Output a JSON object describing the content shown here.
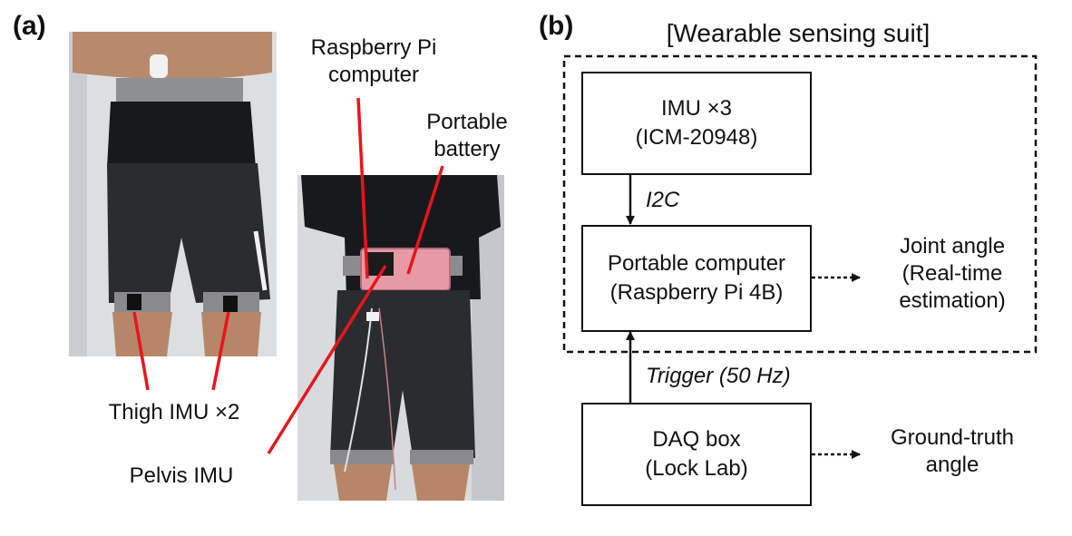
{
  "panel_a": {
    "label": "(a)",
    "callouts": {
      "raspberry_pi": [
        "Raspberry Pi",
        "computer"
      ],
      "battery": [
        "Portable",
        "battery"
      ],
      "thigh_imu": "Thigh IMU ×2",
      "pelvis_imu": "Pelvis IMU"
    }
  },
  "panel_b": {
    "label": "(b)",
    "suit_title": "[Wearable sensing suit]",
    "imu_box": [
      "IMU ×3",
      "(ICM-20948)"
    ],
    "computer_box": [
      "Portable computer",
      "(Raspberry Pi 4B)"
    ],
    "daq_box": [
      "DAQ box",
      "(Lock Lab)"
    ],
    "i2c_label": "I2C",
    "trigger_label": "Trigger (50 Hz)",
    "joint_angle": [
      "Joint angle",
      "(Real-time",
      "estimation)"
    ],
    "ground_truth": [
      "Ground-truth",
      "angle"
    ]
  },
  "colors": {
    "callout_line": "#e8151b",
    "board": "#e59aa5",
    "wall": "#dde0e3",
    "shirt": "#17191d",
    "shorts": "#2a2c30",
    "skin": "#b78668",
    "strap": "#8c8c90"
  }
}
